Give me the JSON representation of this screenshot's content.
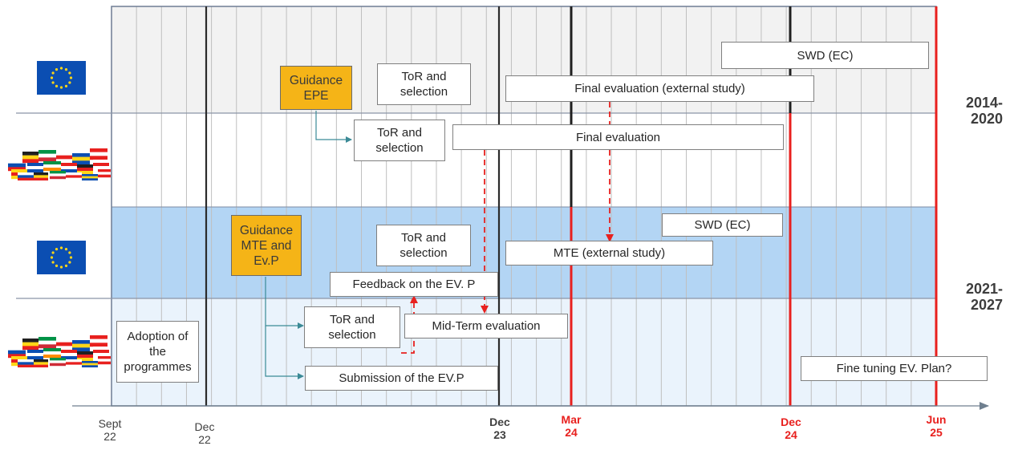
{
  "rows": {
    "row1": {
      "label": "European Commission (EU flag)"
    },
    "row2": {
      "label": "Member States flags"
    },
    "row3": {
      "label": "European Commission (EU flag)"
    },
    "row4": {
      "label": "Member States flags"
    }
  },
  "periods": {
    "p1_line1": "2014-",
    "p1_line2": "2020",
    "p2_line1": "2021-",
    "p2_line2": "2027"
  },
  "boxes": {
    "guidance_epe": "Guidance\nEPE",
    "tor_selection_1": "ToR and\nselection",
    "swd_ec_1": "SWD (EC)",
    "final_eval_external": "Final evaluation (external study)",
    "tor_selection_2": "ToR and\nselection",
    "final_eval": "Final evaluation",
    "guidance_mte": "Guidance\nMTE and\nEv.P",
    "tor_selection_3": "ToR and\nselection",
    "swd_ec_2": "SWD (EC)",
    "mte_external": "MTE (external study)",
    "feedback_evp": "Feedback on the EV. P",
    "adoption": "Adoption of\nthe\nprogrammes",
    "tor_selection_4": "ToR and\nselection",
    "mid_term_eval": "Mid-Term evaluation",
    "submission_evp": "Submission of the EV.P",
    "fine_tuning": "Fine tuning EV. Plan?"
  },
  "x_axis": {
    "sept22_a": "Sept",
    "sept22_b": "22",
    "dec22_a": "Dec",
    "dec22_b": "22",
    "dec23_a": "Dec",
    "dec23_b": "23",
    "mar24_a": "Mar",
    "mar24_b": "24",
    "dec24_a": "Dec",
    "dec24_b": "24",
    "jun25_a": "Jun",
    "jun25_b": "25"
  },
  "colors": {
    "row_gray": "#f2f2f2",
    "row_white": "#ffffff",
    "row_blue": "#b3d5f4",
    "row_lightblue": "#eaf3fc",
    "grid": "#bfbfbf",
    "frame": "#5a6a8a",
    "milestone_black": "#262626",
    "milestone_red": "#e8201e",
    "guidance": "#f5b417",
    "connector": "#3b8a96",
    "dashed_arrow": "#e8201e",
    "eu_blue": "#0b4eb2",
    "eu_star": "#ffd617"
  }
}
